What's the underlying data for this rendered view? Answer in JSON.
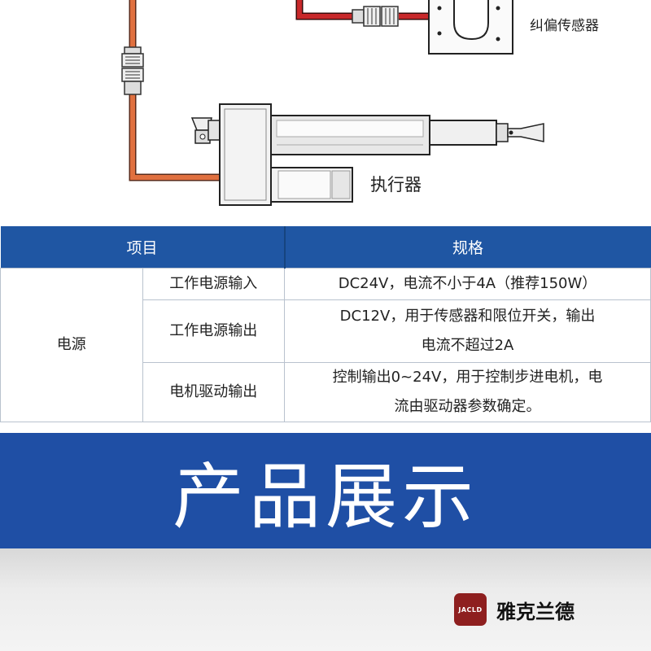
{
  "diagram": {
    "sensor_label": "纠偏传感器",
    "actuator_label": "执行器"
  },
  "table": {
    "headers": [
      "项目",
      "规格"
    ],
    "group": "电源",
    "rows": [
      {
        "item": "工作电源输入",
        "spec_lines": [
          "DC24V，电流不小于4A（推荐150W）"
        ]
      },
      {
        "item": "工作电源输出",
        "spec_lines": [
          "DC12V，用于传感器和限位开关，输出",
          "电流不超过2A"
        ]
      },
      {
        "item": "电机驱动输出",
        "spec_lines": [
          "控制输出0~24V，用于控制步进电机，电",
          "流由驱动器参数确定。"
        ]
      }
    ]
  },
  "banner": {
    "title": "产品展示"
  },
  "brand": {
    "logo_text": "JACLD",
    "name": "雅克兰德"
  },
  "colors": {
    "header_blue": "#1f56a3",
    "banner_blue": "#1f4fa5",
    "cable_red": "#c8282a",
    "cable_orange": "#e0703f",
    "logo_red": "#8e1f1f"
  }
}
